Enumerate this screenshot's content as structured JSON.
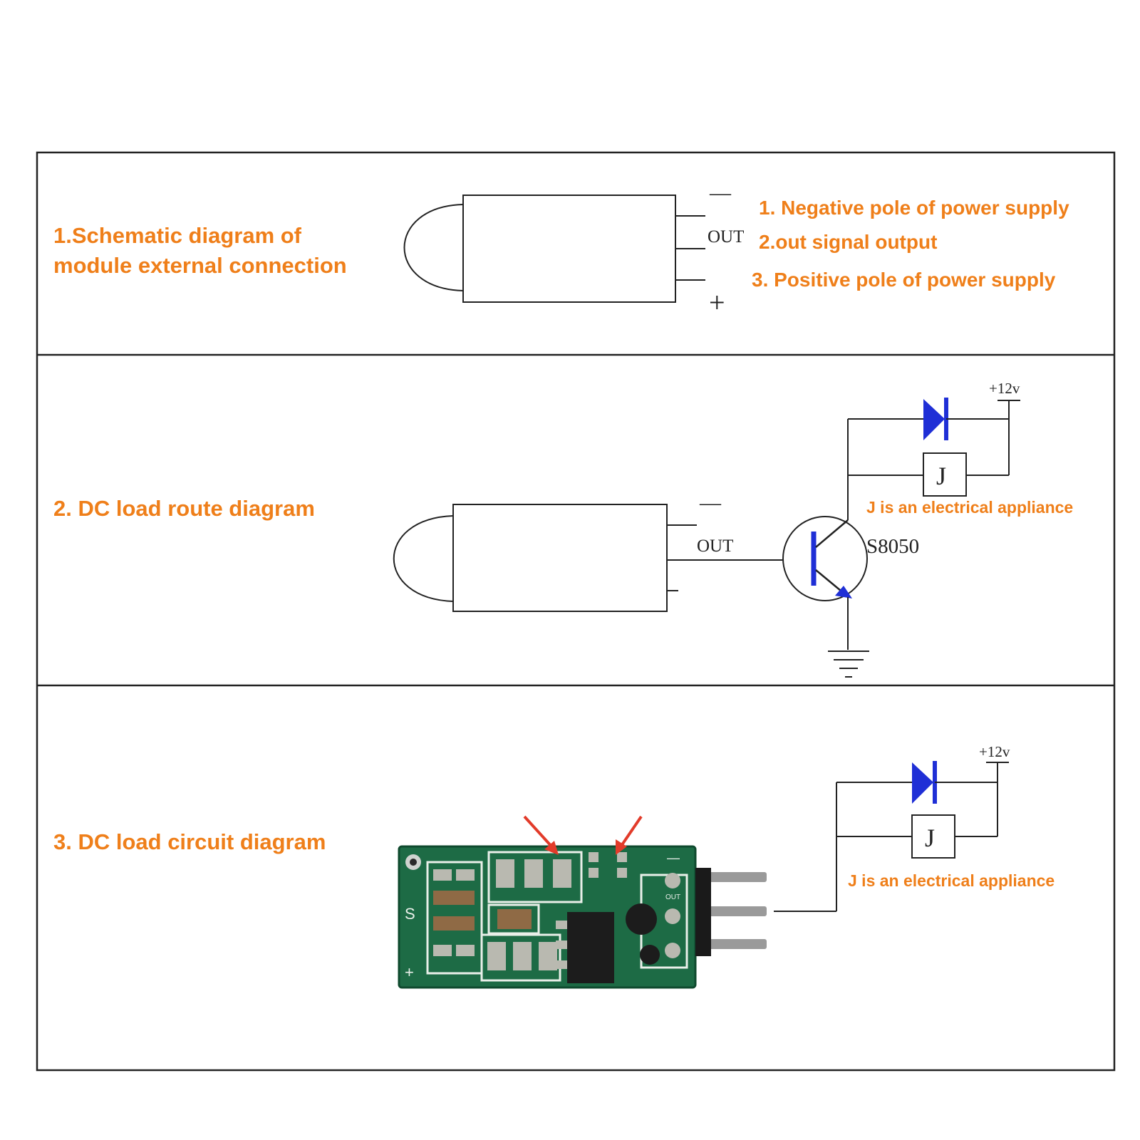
{
  "colors": {
    "orange": "#ef7f1a",
    "line": "#222222",
    "diode_blue": "#1f2fd6",
    "pcb_green": "#1d6b45",
    "pcb_silk": "#e9efe9",
    "pad_silver": "#b9b9b0",
    "pin_metal": "#9a9a9a",
    "arrow_red": "#e23b2a"
  },
  "section1": {
    "title_line1": "1.Schematic diagram of",
    "title_line2": "module external connection",
    "pin_minus": "—",
    "pin_out": "OUT",
    "pin_plus": "+",
    "legend1": "1. Negative pole of power supply",
    "legend2": "2.out signal output",
    "legend3": "3. Positive pole of power supply"
  },
  "section2": {
    "title": "2. DC load route diagram",
    "pin_minus": "—",
    "pin_out": "OUT",
    "transistor": "S8050",
    "supply": "+12v",
    "relay": "J",
    "note": "J is an electrical appliance"
  },
  "section3": {
    "title": "3. DC load circuit diagram",
    "supply": "+12v",
    "relay": "J",
    "note": "J is an electrical appliance",
    "pcb_silk_s": "S",
    "pcb_silk_plus": "+",
    "pcb_silk_minus": "—",
    "pcb_silk_out": "OUT"
  }
}
